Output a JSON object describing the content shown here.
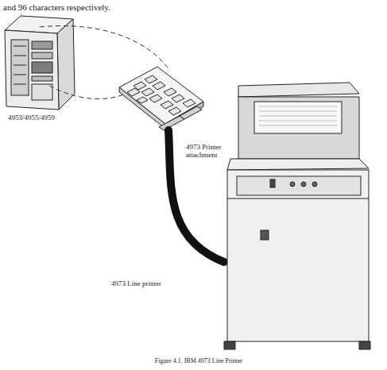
{
  "diagram": {
    "caption": "Figure 4.1. IBM 4973 Line Printer",
    "labels": [
      "and 96 characters respectively.",
      "4953/4955/4959",
      "4973 Printer attachment",
      "4973 Line printer"
    ]
  }
}
